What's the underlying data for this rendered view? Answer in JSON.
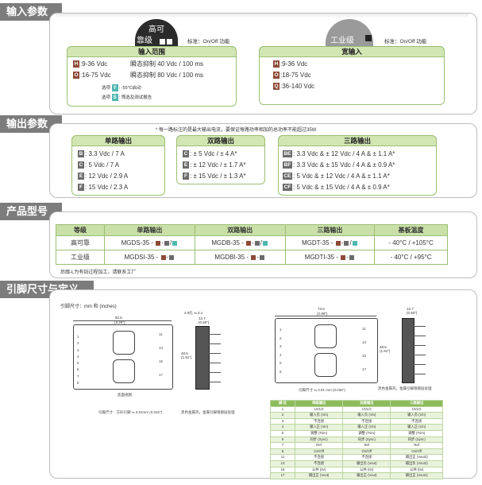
{
  "sections": {
    "input_title": "输入参数",
    "output_title": "输出参数",
    "model_title": "产品型号",
    "pin_title": "引脚尺寸与定义"
  },
  "input": {
    "hi_rel_line1": "高可",
    "hi_rel_line2": "靠级",
    "hi_rel_std": "标准：On/Off 功能",
    "ind_label": "工业级",
    "ind_std": "标准：On/Off 功能",
    "range_head": "输入范围",
    "range_rows": [
      {
        "code": "H",
        "range": "9-36 Vdc",
        "surge": "瞬态抑制  40 Vdc / 100 ms"
      },
      {
        "code": "O",
        "range": "16-75 Vdc",
        "surge": "瞬态抑制  80 Vdc / 100 ms"
      }
    ],
    "options": [
      {
        "prefix": "选项",
        "code": "Y",
        "text": "-55°C启动"
      },
      {
        "prefix": "选项",
        "code": "S",
        "text": "筛选及测试报告"
      }
    ],
    "wide_head": "宽输入",
    "wide_rows": [
      {
        "code": "H",
        "range": "9-36 Vdc"
      },
      {
        "code": "O",
        "range": "18-75 Vdc"
      },
      {
        "code": "Q",
        "range": "36-140 Vdc"
      }
    ]
  },
  "output": {
    "note": "* 每一路标注的是最大输出电流，要保证每路功率相加的总功率不能超过35W",
    "single_head": "单路输出",
    "single_rows": [
      {
        "code": "B",
        "text": "3.3 Vdc / 7 A"
      },
      {
        "code": "C",
        "text": "5 Vdc / 7 A"
      },
      {
        "code": "E",
        "text": "12 Vdc / 2.9 A"
      },
      {
        "code": "F",
        "text": "15 Vdc / 2.3 A"
      }
    ],
    "dual_head": "双路输出",
    "dual_rows": [
      {
        "code": "C",
        "text": "± 5 Vdc / ± 4 A*"
      },
      {
        "code": "E",
        "text": "± 12 Vdc / ± 1.7 A*"
      },
      {
        "code": "F",
        "text": "± 15 Vdc / ± 1.3 A*"
      }
    ],
    "triple_head": "三路输出",
    "triple_rows": [
      {
        "code": "BE",
        "text": "3.3 Vdc & ± 12 Vdc / 4 A & ± 1.1 A*"
      },
      {
        "code": "BF",
        "text": "3.3 Vdc & ± 15 Vdc / 4 A & ± 0.9 A*"
      },
      {
        "code": "CE",
        "text": "5 Vdc & ± 12 Vdc / 4 A & ± 1.1 A*"
      },
      {
        "code": "CF",
        "text": "5 Vdc & ± 15 Vdc / 4 A & ± 0.9 A*"
      }
    ]
  },
  "models": {
    "headers": [
      "等级",
      "单路输出",
      "双路输出",
      "三路输出",
      "基板温度"
    ],
    "rows": [
      {
        "grade": "高可靠",
        "single": "MGDS-35 -",
        "dual": "MGDB-35 -",
        "triple": "MGDT-35 -",
        "temp": "- 40°C / +105°C"
      },
      {
        "grade": "工业级",
        "single": "MGDSI-35 -",
        "dual": "MGDBI-35 -",
        "triple": "MGDTI-35 -",
        "temp": "- 40°C / +95°C"
      }
    ],
    "footnote": "后缀-L为有铅过程加工，请联系工厂"
  },
  "pins": {
    "unit_label": "引脚尺寸：mm 和 (inches)",
    "left_dims": {
      "width": "82.5",
      "width_in": "(3.25\")",
      "height": "48.5",
      "height_in": "(1.91\")",
      "side1": "4.9孔 ≒ 3.1",
      "side2": "12.7",
      "side2_in": "(0.50\")"
    },
    "left_bottom_label": "底面视图",
    "left_pin_note": "引脚尺寸：方形引脚 ≒ 0.81mm (0.032\")",
    "left_note2": "黑色金属壳，金属引脚限镀层处理",
    "right_dims": {
      "width": "73.0",
      "width_in": "(2.88\")",
      "height": "48.5",
      "height_in": "(1.91\")",
      "side": "12.7",
      "side_in": "(0.50\")"
    },
    "right_pin_note": "引脚尺寸 ≒ 0.91 mm (0.036\")",
    "right_note2": "黑色金属壳，金属引脚限镀层处理",
    "left_pin_nums": [
      "1",
      "2",
      "3",
      "4",
      "5",
      "6",
      "7",
      "8"
    ],
    "left_pin_nums_r": [
      "11",
      "13",
      "15",
      "17"
    ],
    "right_pin_nums": [
      "1",
      "2",
      "3",
      "4",
      "5",
      "6"
    ],
    "right_pin_nums_r": [
      "11",
      "13",
      "15",
      "17"
    ],
    "table_headers": [
      "脚 位",
      "单路输出",
      "双路输出",
      "三路输出"
    ],
    "table_rows": [
      [
        "1",
        "UVLO",
        "UVLO",
        "UVLO"
      ],
      [
        "2",
        "输入负 (Vin)",
        "输入负 (Vin)",
        "输入负 (Vin)"
      ],
      [
        "3",
        "不连接",
        "不连接",
        "不连接"
      ],
      [
        "4",
        "输入正 (Vin)",
        "输入正 (Vin)",
        "输入正 (Vin)"
      ],
      [
        "5",
        "调整 (Trim)",
        "调整 (Trim)",
        "调整 (Trim)"
      ],
      [
        "6",
        "同步 (Sync)",
        "同步 (Sync)",
        "同步 (Sync)"
      ],
      [
        "7",
        "Ref",
        "Ref",
        "Ref"
      ],
      [
        "8",
        "On/Off",
        "On/Off",
        "On/Off"
      ],
      [
        "11",
        "不连接",
        "不连接",
        "输出正 (Vout2)"
      ],
      [
        "13",
        "不连接",
        "输出负 (Vout)",
        "输出负 (Vout2)"
      ],
      [
        "15",
        "公共 (0v)",
        "公共 (0v)",
        "公共 (0v)"
      ],
      [
        "17",
        "输出正 (Vout)",
        "输出正 (Vout)",
        "输出正 (Vout1)"
      ]
    ]
  },
  "colors": {
    "section_bar": "#7c7c7c",
    "green_head": "#d2e6b4",
    "code_brown": "#8c4a36",
    "code_teal": "#4fb8b1"
  }
}
